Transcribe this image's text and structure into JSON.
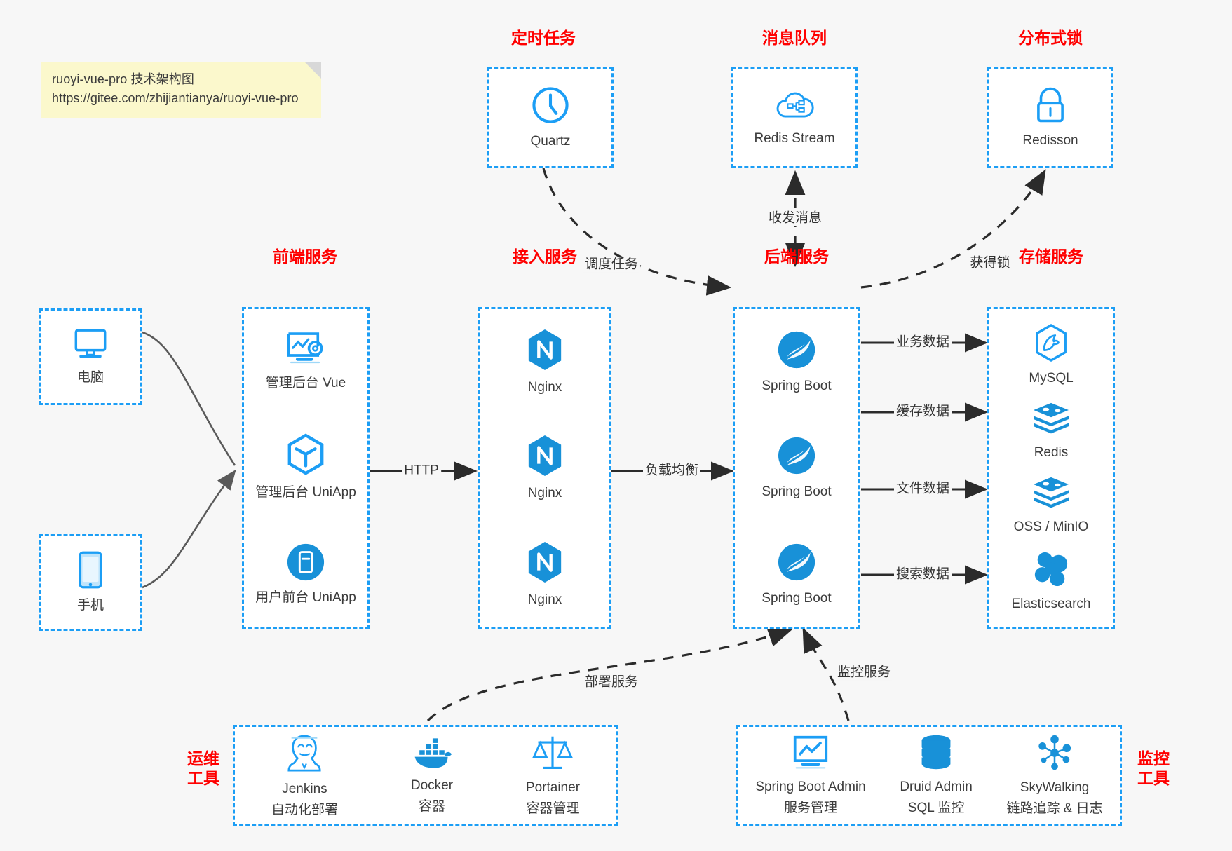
{
  "note": {
    "line1": "ruoyi-vue-pro 技术架构图",
    "line2": "https://gitee.com/zhijiantianya/ruoyi-vue-pro"
  },
  "colors": {
    "accent_blue": "#1c9ef5",
    "group_title_red": "#ff0000",
    "icon_blue": "#1891d8",
    "edge_gray": "#5a5a5a",
    "edge_black": "#2b2b2b",
    "note_yellow": "#fbf8cc",
    "canvas_bg": "#f7f7f7"
  },
  "groups": {
    "scheduled_task": {
      "title": "定时任务",
      "nodes": [
        {
          "icon": "clock-icon",
          "label": "Quartz"
        }
      ]
    },
    "message_queue": {
      "title": "消息队列",
      "nodes": [
        {
          "icon": "cloud-stream-icon",
          "label": "Redis Stream"
        }
      ]
    },
    "distributed_lock": {
      "title": "分布式锁",
      "nodes": [
        {
          "icon": "lock-icon",
          "label": "Redisson"
        }
      ]
    },
    "clients": {
      "nodes": [
        {
          "icon": "desktop-icon",
          "label": "电脑"
        },
        {
          "icon": "mobile-phone-icon",
          "label": "手机"
        }
      ]
    },
    "frontend_services": {
      "title": "前端服务",
      "nodes": [
        {
          "icon": "dashboard-gear-icon",
          "label": "管理后台 Vue"
        },
        {
          "icon": "cube-uniapp-icon",
          "label": "管理后台 UniApp"
        },
        {
          "icon": "app-window-icon",
          "label": "用户前台 UniApp"
        }
      ]
    },
    "gateway_services": {
      "title": "接入服务",
      "nodes": [
        {
          "icon": "nginx-icon",
          "label": "Nginx"
        },
        {
          "icon": "nginx-icon",
          "label": "Nginx"
        },
        {
          "icon": "nginx-icon",
          "label": "Nginx"
        }
      ]
    },
    "backend_services": {
      "title": "后端服务",
      "nodes": [
        {
          "icon": "spring-boot-icon",
          "label": "Spring Boot"
        },
        {
          "icon": "spring-boot-icon",
          "label": "Spring Boot"
        },
        {
          "icon": "spring-boot-icon",
          "label": "Spring Boot"
        }
      ]
    },
    "storage_services": {
      "title": "存储服务",
      "nodes": [
        {
          "icon": "mysql-icon",
          "label": "MySQL"
        },
        {
          "icon": "redis-icon",
          "label": "Redis"
        },
        {
          "icon": "oss-minio-icon",
          "label": "OSS / MinIO"
        },
        {
          "icon": "elasticsearch-icon",
          "label": "Elasticsearch"
        }
      ]
    },
    "devops_tools": {
      "title_line1": "运维",
      "title_line2": "工具",
      "nodes": [
        {
          "icon": "jenkins-icon",
          "label": "Jenkins",
          "sublabel": "自动化部署"
        },
        {
          "icon": "docker-icon",
          "label": "Docker",
          "sublabel": "容器"
        },
        {
          "icon": "portainer-icon",
          "label": "Portainer",
          "sublabel": "容器管理"
        }
      ]
    },
    "monitor_tools": {
      "title_line1": "监控",
      "title_line2": "工具",
      "nodes": [
        {
          "icon": "monitor-chart-icon",
          "label": "Spring Boot Admin",
          "sublabel": "服务管理"
        },
        {
          "icon": "database-icon",
          "label": "Druid Admin",
          "sublabel": "SQL 监控"
        },
        {
          "icon": "skywalking-icon",
          "label": "SkyWalking",
          "sublabel": "链路追踪 & 日志"
        }
      ]
    }
  },
  "edges": {
    "http": "HTTP",
    "load_balance": "负载均衡",
    "schedule_task": "调度任务",
    "send_receive_message": "收发消息",
    "acquire_lock": "获得锁",
    "business_data": "业务数据",
    "cache_data": "缓存数据",
    "file_data": "文件数据",
    "search_data": "搜索数据",
    "deploy_service": "部署服务",
    "monitor_service": "监控服务"
  }
}
